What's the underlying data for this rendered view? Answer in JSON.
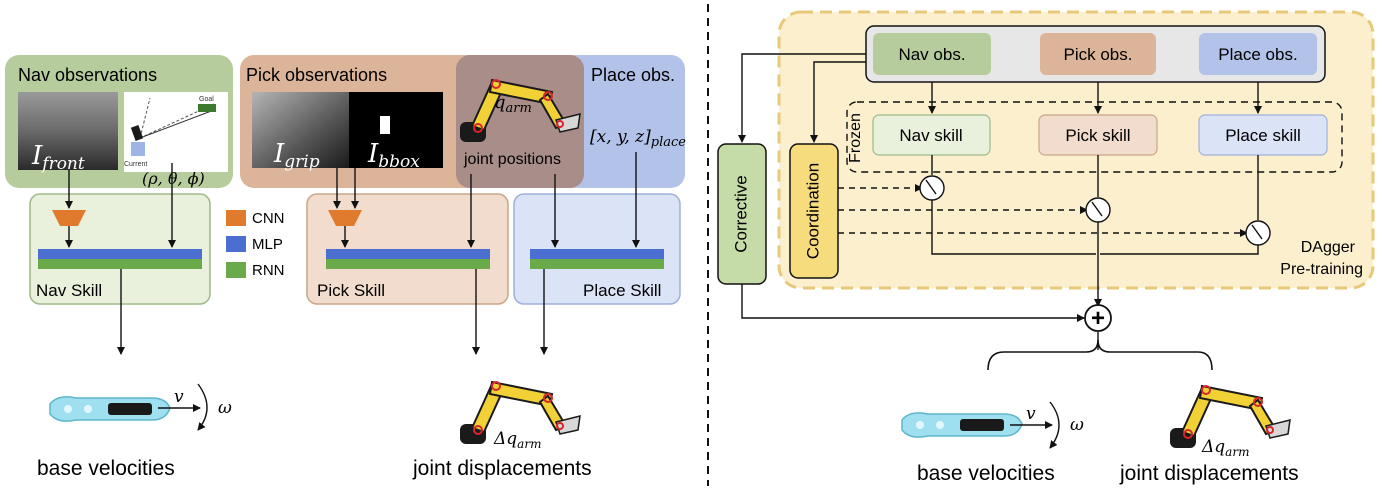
{
  "left": {
    "nav_obs_title": "Nav observations",
    "pick_obs_title": "Pick observations",
    "place_obs_title": "Place obs.",
    "i_front": "I",
    "i_front_sub": "front",
    "i_grip": "I",
    "i_grip_sub": "grip",
    "i_bbox": "I",
    "i_bbox_sub": "bbox",
    "polar": "(ρ, θ, ϕ)",
    "q_arm": "q",
    "q_arm_sub": "arm",
    "joint_positions": "joint positions",
    "place_coords": "[x, y, z]",
    "place_coords_sub": "place",
    "goal_label": "Goal",
    "current_label": "Current",
    "legend": [
      {
        "label": "CNN",
        "color": "#e07b2e"
      },
      {
        "label": "MLP",
        "color": "#4a6fd0"
      },
      {
        "label": "RNN",
        "color": "#6aaa4a"
      }
    ],
    "nav_skill": "Nav Skill",
    "pick_skill": "Pick Skill",
    "place_skill": "Place Skill",
    "v": "v",
    "omega": "ω",
    "delta_q": "Δq",
    "delta_q_sub": "arm",
    "base_velocities": "base velocities",
    "joint_displacements": "joint displacements"
  },
  "right": {
    "nav_obs": "Nav obs.",
    "pick_obs": "Pick obs.",
    "place_obs": "Place obs.",
    "nav_skill": "Nav skill",
    "pick_skill": "Pick skill",
    "place_skill": "Place skill",
    "frozen": "Frozen",
    "corrective": "Corrective",
    "coordination": "Coordination",
    "dagger_line1": "DAgger",
    "dagger_line2": "Pre-training",
    "plus": "+",
    "v": "v",
    "omega": "ω",
    "delta_q": "Δq",
    "delta_q_sub": "arm",
    "base_velocities": "base velocities",
    "joint_displacements": "joint displacements"
  },
  "colors": {
    "nav_green": "#b7cc9c",
    "pick_brown": "#dcb49a",
    "pick_arm_bg": "#a98d88",
    "place_blue": "#b3c2e8",
    "nav_skill_bg": "#e9f0dc",
    "pick_skill_bg": "#f1dccd",
    "place_skill_bg": "#dbe3f6",
    "dagger_bg": "#fbefcd",
    "dagger_border": "#e8c879",
    "coord_yellow": "#f7dc7e",
    "corr_green": "#c6dca8",
    "robot_yellow": "#f2d137",
    "robot_blue": "#9fe0f0",
    "joint_red": "#d8262b"
  }
}
